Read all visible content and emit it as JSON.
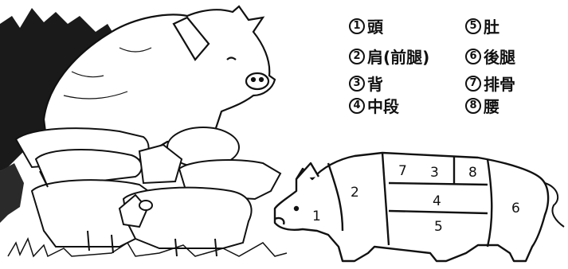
{
  "legend": [
    {
      "num": "1",
      "label": "頭"
    },
    {
      "num": "2",
      "label": "肩(前腿)"
    },
    {
      "num": "3",
      "label": "背"
    },
    {
      "num": "4",
      "label": "中段"
    },
    {
      "num": "5",
      "label": "肚"
    },
    {
      "num": "6",
      "label": "後腿"
    },
    {
      "num": "7",
      "label": "排骨"
    },
    {
      "num": "8",
      "label": "腰"
    }
  ],
  "cuts": {
    "c1": "1",
    "c2": "2",
    "c3": "3",
    "c4": "4",
    "c5": "5",
    "c6": "6",
    "c7": "7",
    "c8": "8"
  },
  "colors": {
    "ink": "#111111",
    "paper": "#ffffff"
  }
}
